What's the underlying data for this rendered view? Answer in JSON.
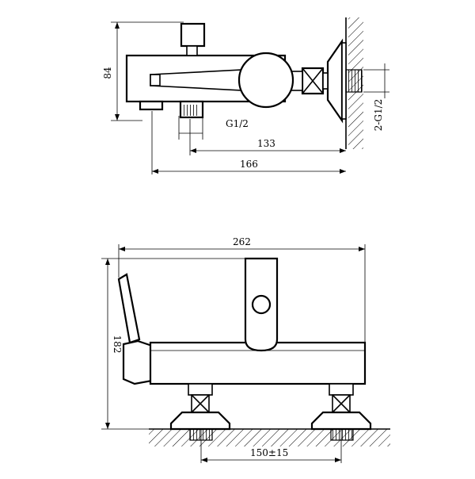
{
  "top_view": {
    "dim_height": "84",
    "dim_thread": "G1/2",
    "dim_133": "133",
    "dim_166": "166",
    "dim_inlet": "2-G1/2"
  },
  "front_view": {
    "dim_width": "262",
    "dim_height": "182",
    "dim_centers": "150±15"
  }
}
